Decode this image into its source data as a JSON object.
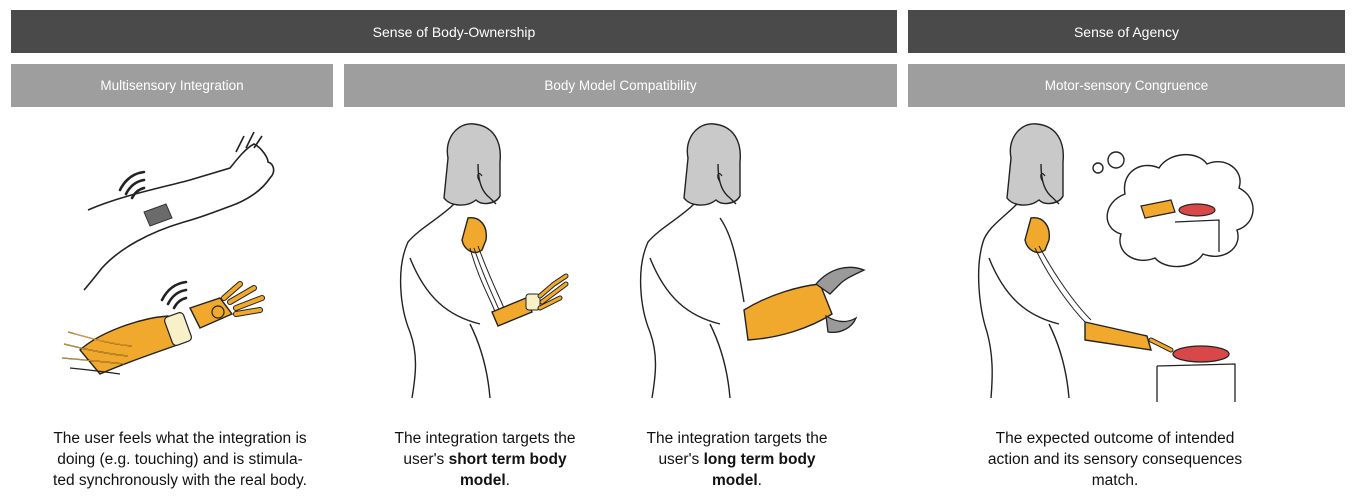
{
  "headers": {
    "body_ownership": "Sense of Body-Ownership",
    "agency": "Sense of Agency"
  },
  "subheaders": {
    "multisensory": "Multisensory Integration",
    "body_model": "Body Model Compatibility",
    "motor_sensory": "Motor-sensory Congruence"
  },
  "captions": {
    "multisensory": {
      "line1": "The user feels what the integration is",
      "line2": "doing (e.g. touching) and is stimula-",
      "line3": "ted synchronously with the real body."
    },
    "short_term": {
      "line1": "The integration targets the",
      "pre": "user's ",
      "bold1": "short term body",
      "bold2": "model",
      "post": "."
    },
    "long_term": {
      "line1": "The integration targets the",
      "pre": "user's ",
      "bold1": "long term body",
      "bold2": "model",
      "post": "."
    },
    "agency": {
      "line1": "The expected outcome of intended",
      "line2": "action and its sensory consequences",
      "line3": "match."
    }
  },
  "colors": {
    "header_dark": "#4a4a4a",
    "header_light": "#9e9e9e",
    "prosthesis": "#f0a92c",
    "button_red": "#d94848",
    "hair": "#c9c9c9"
  }
}
